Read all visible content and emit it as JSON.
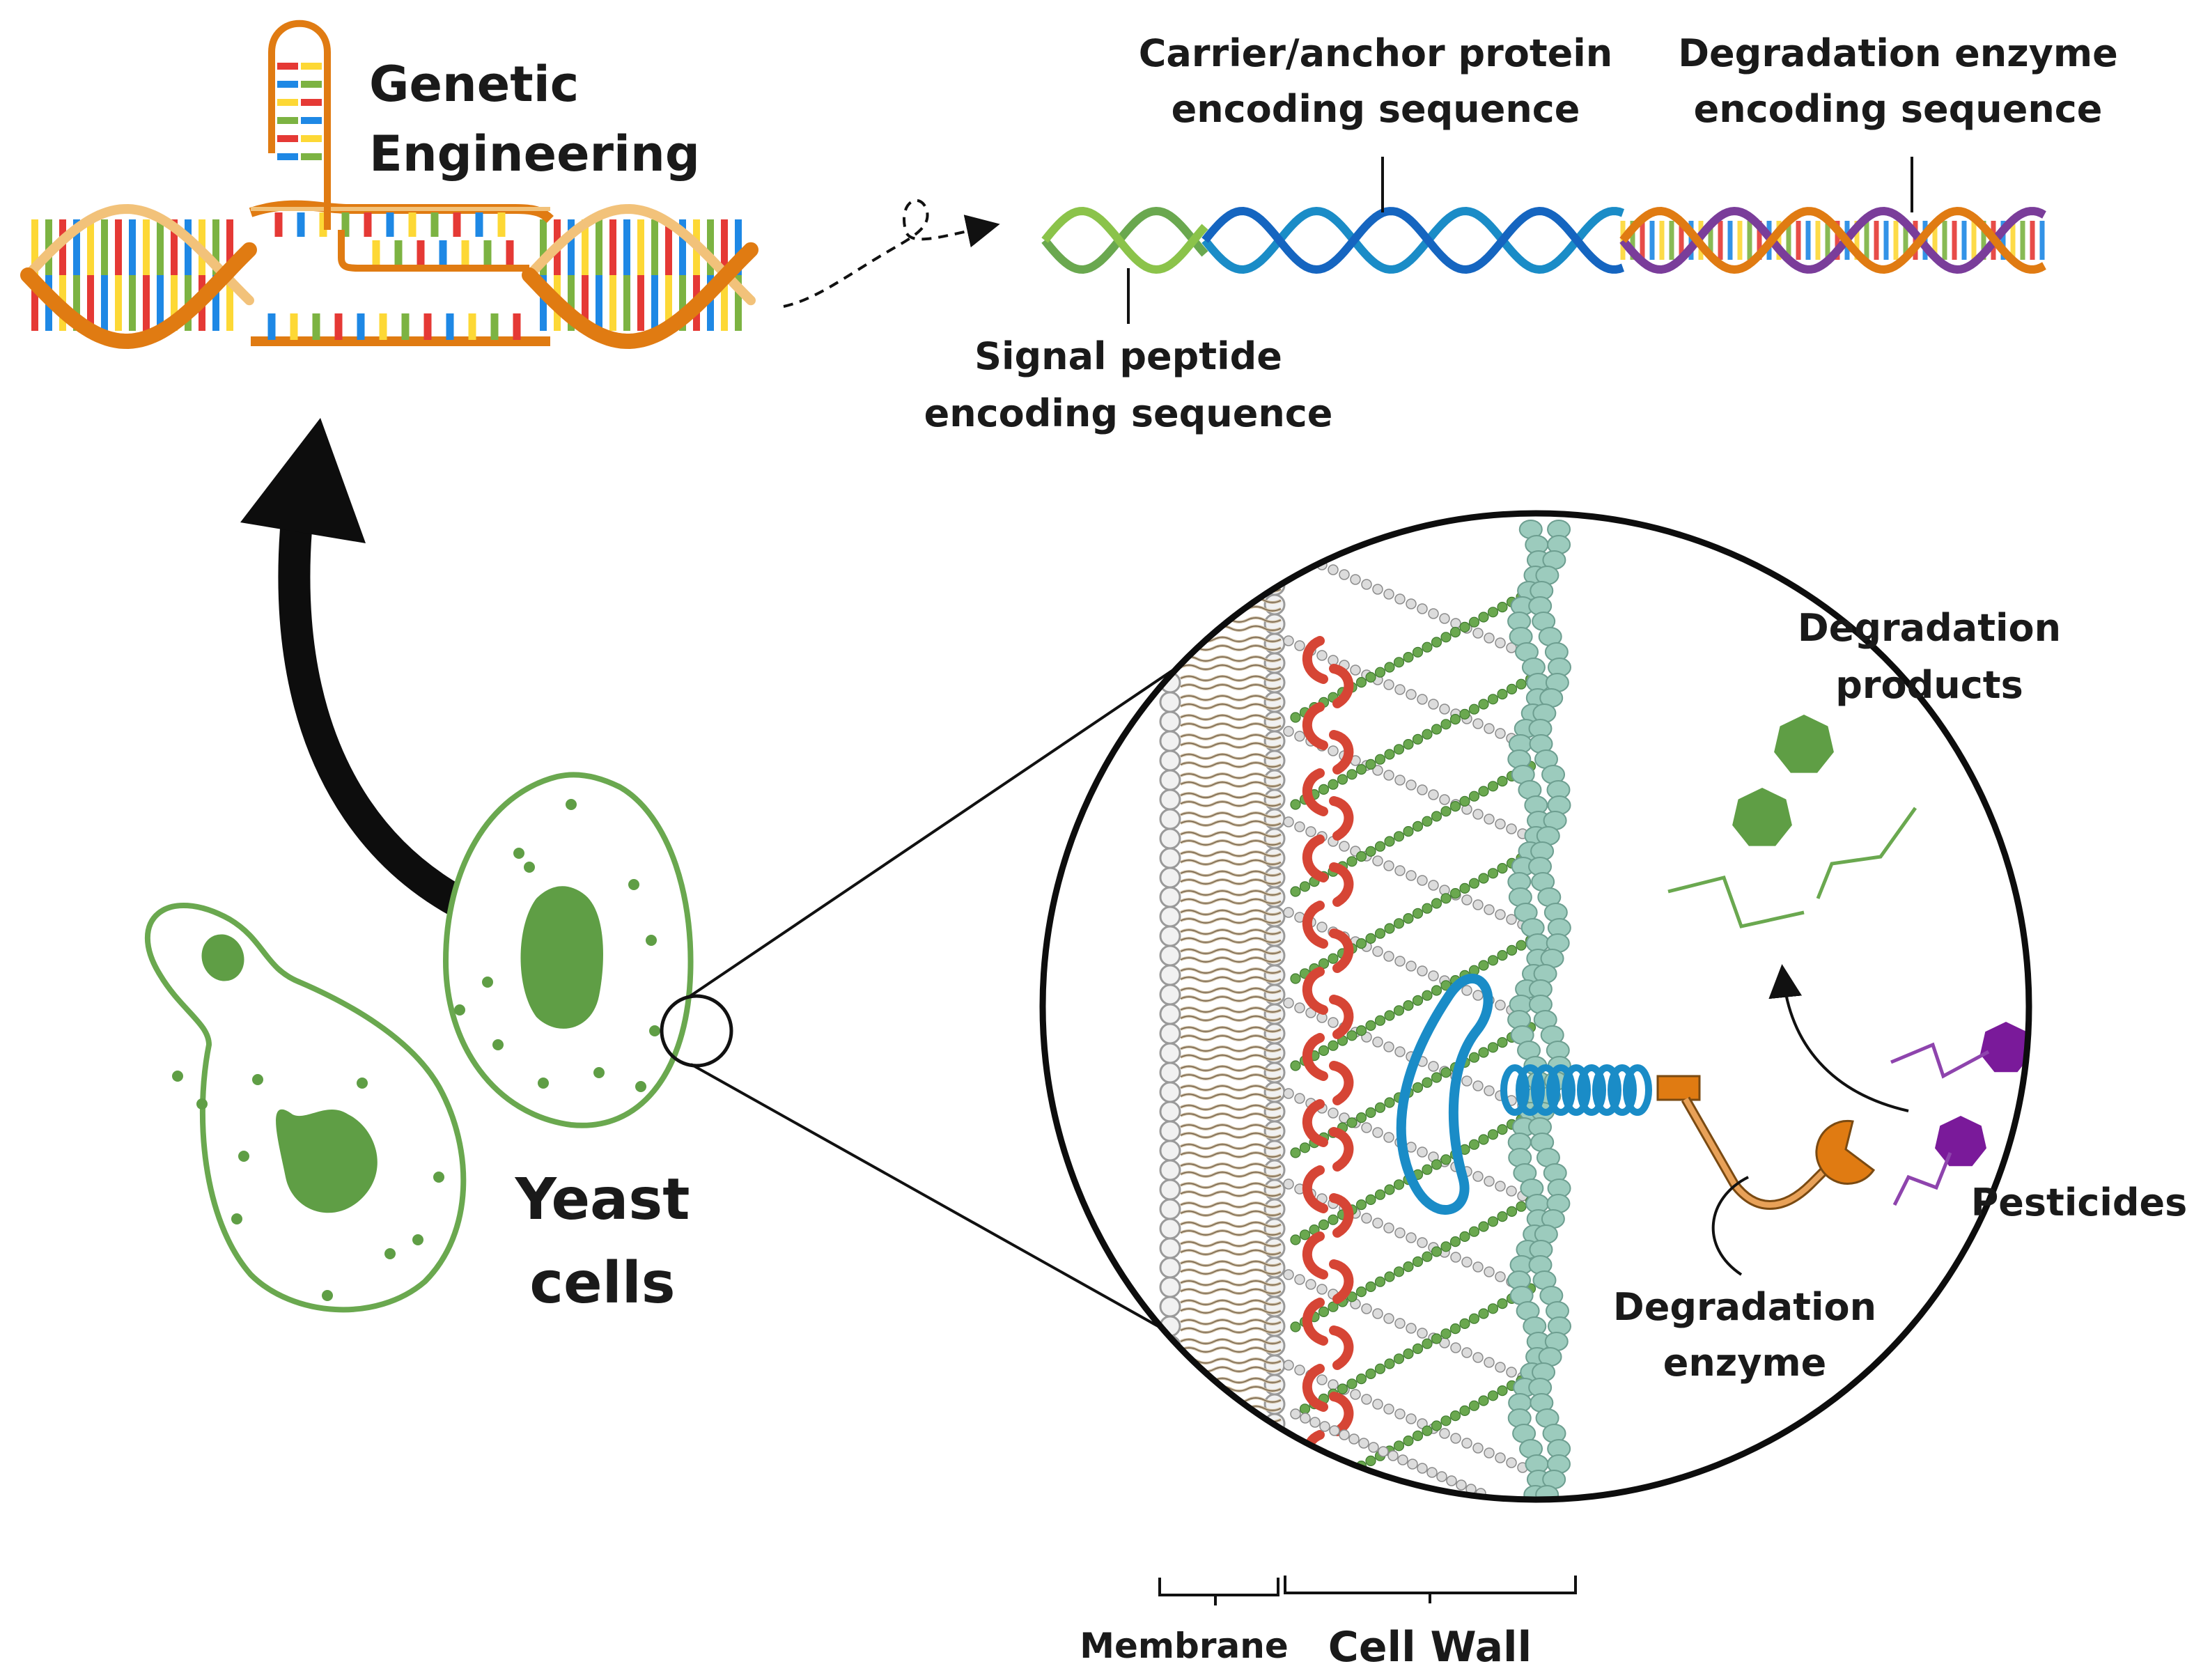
{
  "labels": {
    "genetic_engineering_1": "Genetic",
    "genetic_engineering_2": "Engineering",
    "carrier_1": "Carrier/anchor protein",
    "carrier_2": "encoding sequence",
    "degr_seq_1": "Degradation enzyme",
    "degr_seq_2": "encoding sequence",
    "signal_1": "Signal peptide",
    "signal_2": "encoding sequence",
    "yeast_1": "Yeast",
    "yeast_2": "cells",
    "products_1": "Degradation",
    "products_2": "products",
    "pesticides": "Pesticides",
    "enzyme_1": "Degradation",
    "enzyme_2": "enzyme",
    "membrane": "Membrane",
    "cell_wall": "Cell Wall"
  },
  "colors": {
    "green": "#6aa84f",
    "green_fill": "#5f9e45",
    "blue": "#1a8cc7",
    "purple": "#7a3d9a",
    "orange": "#e07b12",
    "red": "#d64535",
    "teal": "#9ccbbd",
    "membrane_tan": "#c8b79a"
  }
}
